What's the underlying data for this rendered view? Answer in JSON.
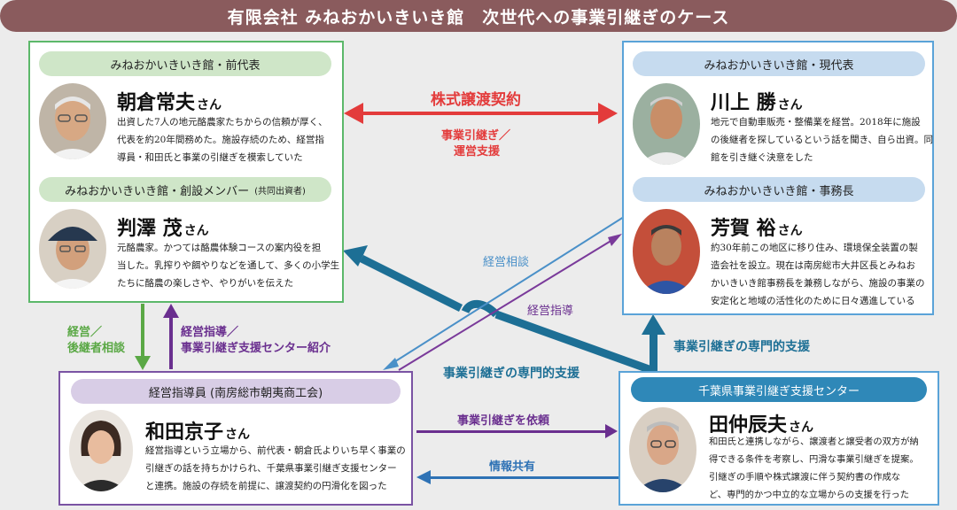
{
  "title": "有限会社 みねおかいきいき館　次世代への事業引継ぎのケース",
  "people": {
    "asakura": {
      "role": "みねおかいきいき館・前代表",
      "name": "朝倉常夫",
      "honorific": "さん",
      "desc": [
        "出資した7人の地元酪農家たちからの信頼が厚く、",
        "代表を約20年間務めた。施設存続のため、経営指",
        "導員・和田氏と事業の引継ぎを模索していた"
      ]
    },
    "hanzawa": {
      "role": "みねおかいきいき館・創設メンバー",
      "role_note": "(共同出資者)",
      "name": "判澤 茂",
      "honorific": "さん",
      "desc": [
        "元酪農家。かつては酪農体験コースの案内役を担",
        "当した。乳搾りや餌やりなどを通して、多くの小学生",
        "たちに酪農の楽しさや、やりがいを伝えた"
      ]
    },
    "kawakami": {
      "role": "みねおかいきいき館・現代表",
      "name": "川上 勝",
      "honorific": "さん",
      "desc": [
        "地元で自動車販売・整備業を経営。2018年に施設",
        "の後継者を探しているという話を聞き、自ら出資。同",
        "館を引き継ぐ決意をした"
      ]
    },
    "haga": {
      "role": "みねおかいきいき館・事務長",
      "name": "芳賀 裕",
      "honorific": "さん",
      "desc": [
        "約30年前この地区に移り住み、環境保全装置の製",
        "造会社を設立。現在は南房総市大井区長とみねお",
        "かいきいき館事務長を兼務しながら、施設の事業の",
        "安定化と地域の活性化のために日々邁進している"
      ]
    },
    "wada": {
      "role": "経営指導員 (南房総市朝夷商工会)",
      "name": "和田京子",
      "honorific": "さん",
      "desc": [
        "経営指導という立場から、前代表・朝倉氏よりいち早く事業の",
        "引継ぎの話を持ちかけられ、千葉県事業引継ぎ支援センター",
        "と連携。施設の存続を前提に、譲渡契約の円滑化を図った"
      ]
    },
    "tanaka": {
      "role": "千葉県事業引継ぎ支援センター",
      "name": "田仲辰夫",
      "honorific": "さん",
      "desc": [
        "和田氏と連携しながら、譲渡者と譲受者の双方が納",
        "得できる条件を考察し、円滑な事業引継ぎを提案。",
        "引継ぎの手順や株式譲渡に伴う契約書の作成な",
        "ど、専門的かつ中立的な立場からの支援を行った"
      ]
    }
  },
  "labels": {
    "contract": "株式譲渡契約",
    "support_line1": "事業引継ぎ／",
    "support_line2": "運営支援",
    "consult_mgmt": "経営相談",
    "mgmt_guidance": "経営指導",
    "expert_support_up": "事業引継ぎの専門的支援",
    "expert_support_diag": "事業引継ぎの専門的支援",
    "green_line1": "経営／",
    "green_line2": "後継者相談",
    "purple_line1": "経営指導／",
    "purple_line2": "事業引継ぎ支援センター紹介",
    "request": "事業引継ぎを依頼",
    "info_share": "情報共有"
  },
  "colors": {
    "title_bg": "#8a5b5d",
    "red": "#e33b3b",
    "light_blue": "#4a90c8",
    "purple": "#6a2f8f",
    "green": "#5aa845",
    "teal": "#1d6f95"
  }
}
